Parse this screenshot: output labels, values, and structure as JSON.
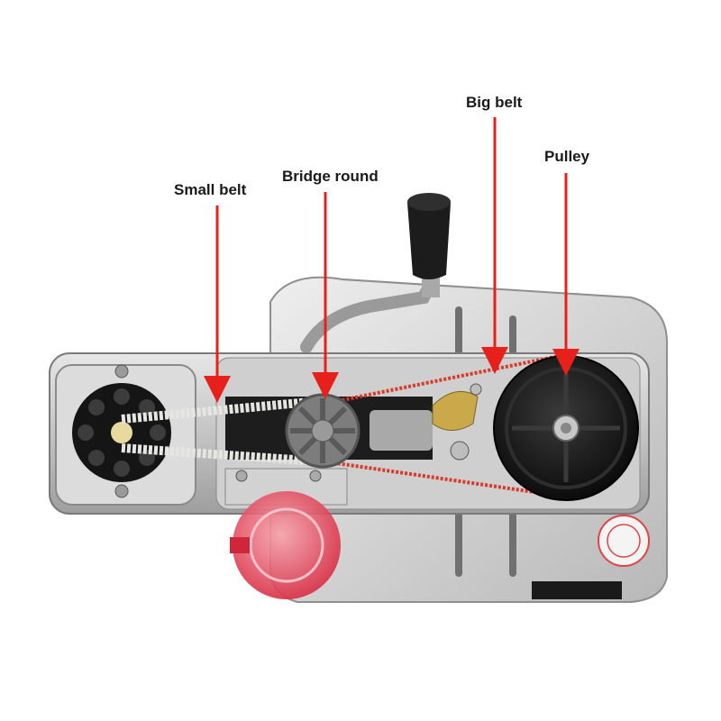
{
  "callouts": [
    {
      "id": "small-belt",
      "label": "Small belt"
    },
    {
      "id": "bridge-round",
      "label": "Bridge round"
    },
    {
      "id": "big-belt",
      "label": "Big belt"
    },
    {
      "id": "pulley",
      "label": "Pulley"
    }
  ],
  "colors": {
    "arrow": "#e8201c",
    "background": "#ffffff",
    "housing": "#c9c9c9",
    "pulley": "#1b1b1b",
    "bridge_gear": "#7d7d7d",
    "small_belt": "#e6e6e0",
    "big_belt": "#d93a2a",
    "spool": "#e85a6a",
    "handle": "#1c1c1c"
  },
  "icons": [
    "motor-icon",
    "handle-icon",
    "spool-icon",
    "certification-sticker-icon"
  ]
}
